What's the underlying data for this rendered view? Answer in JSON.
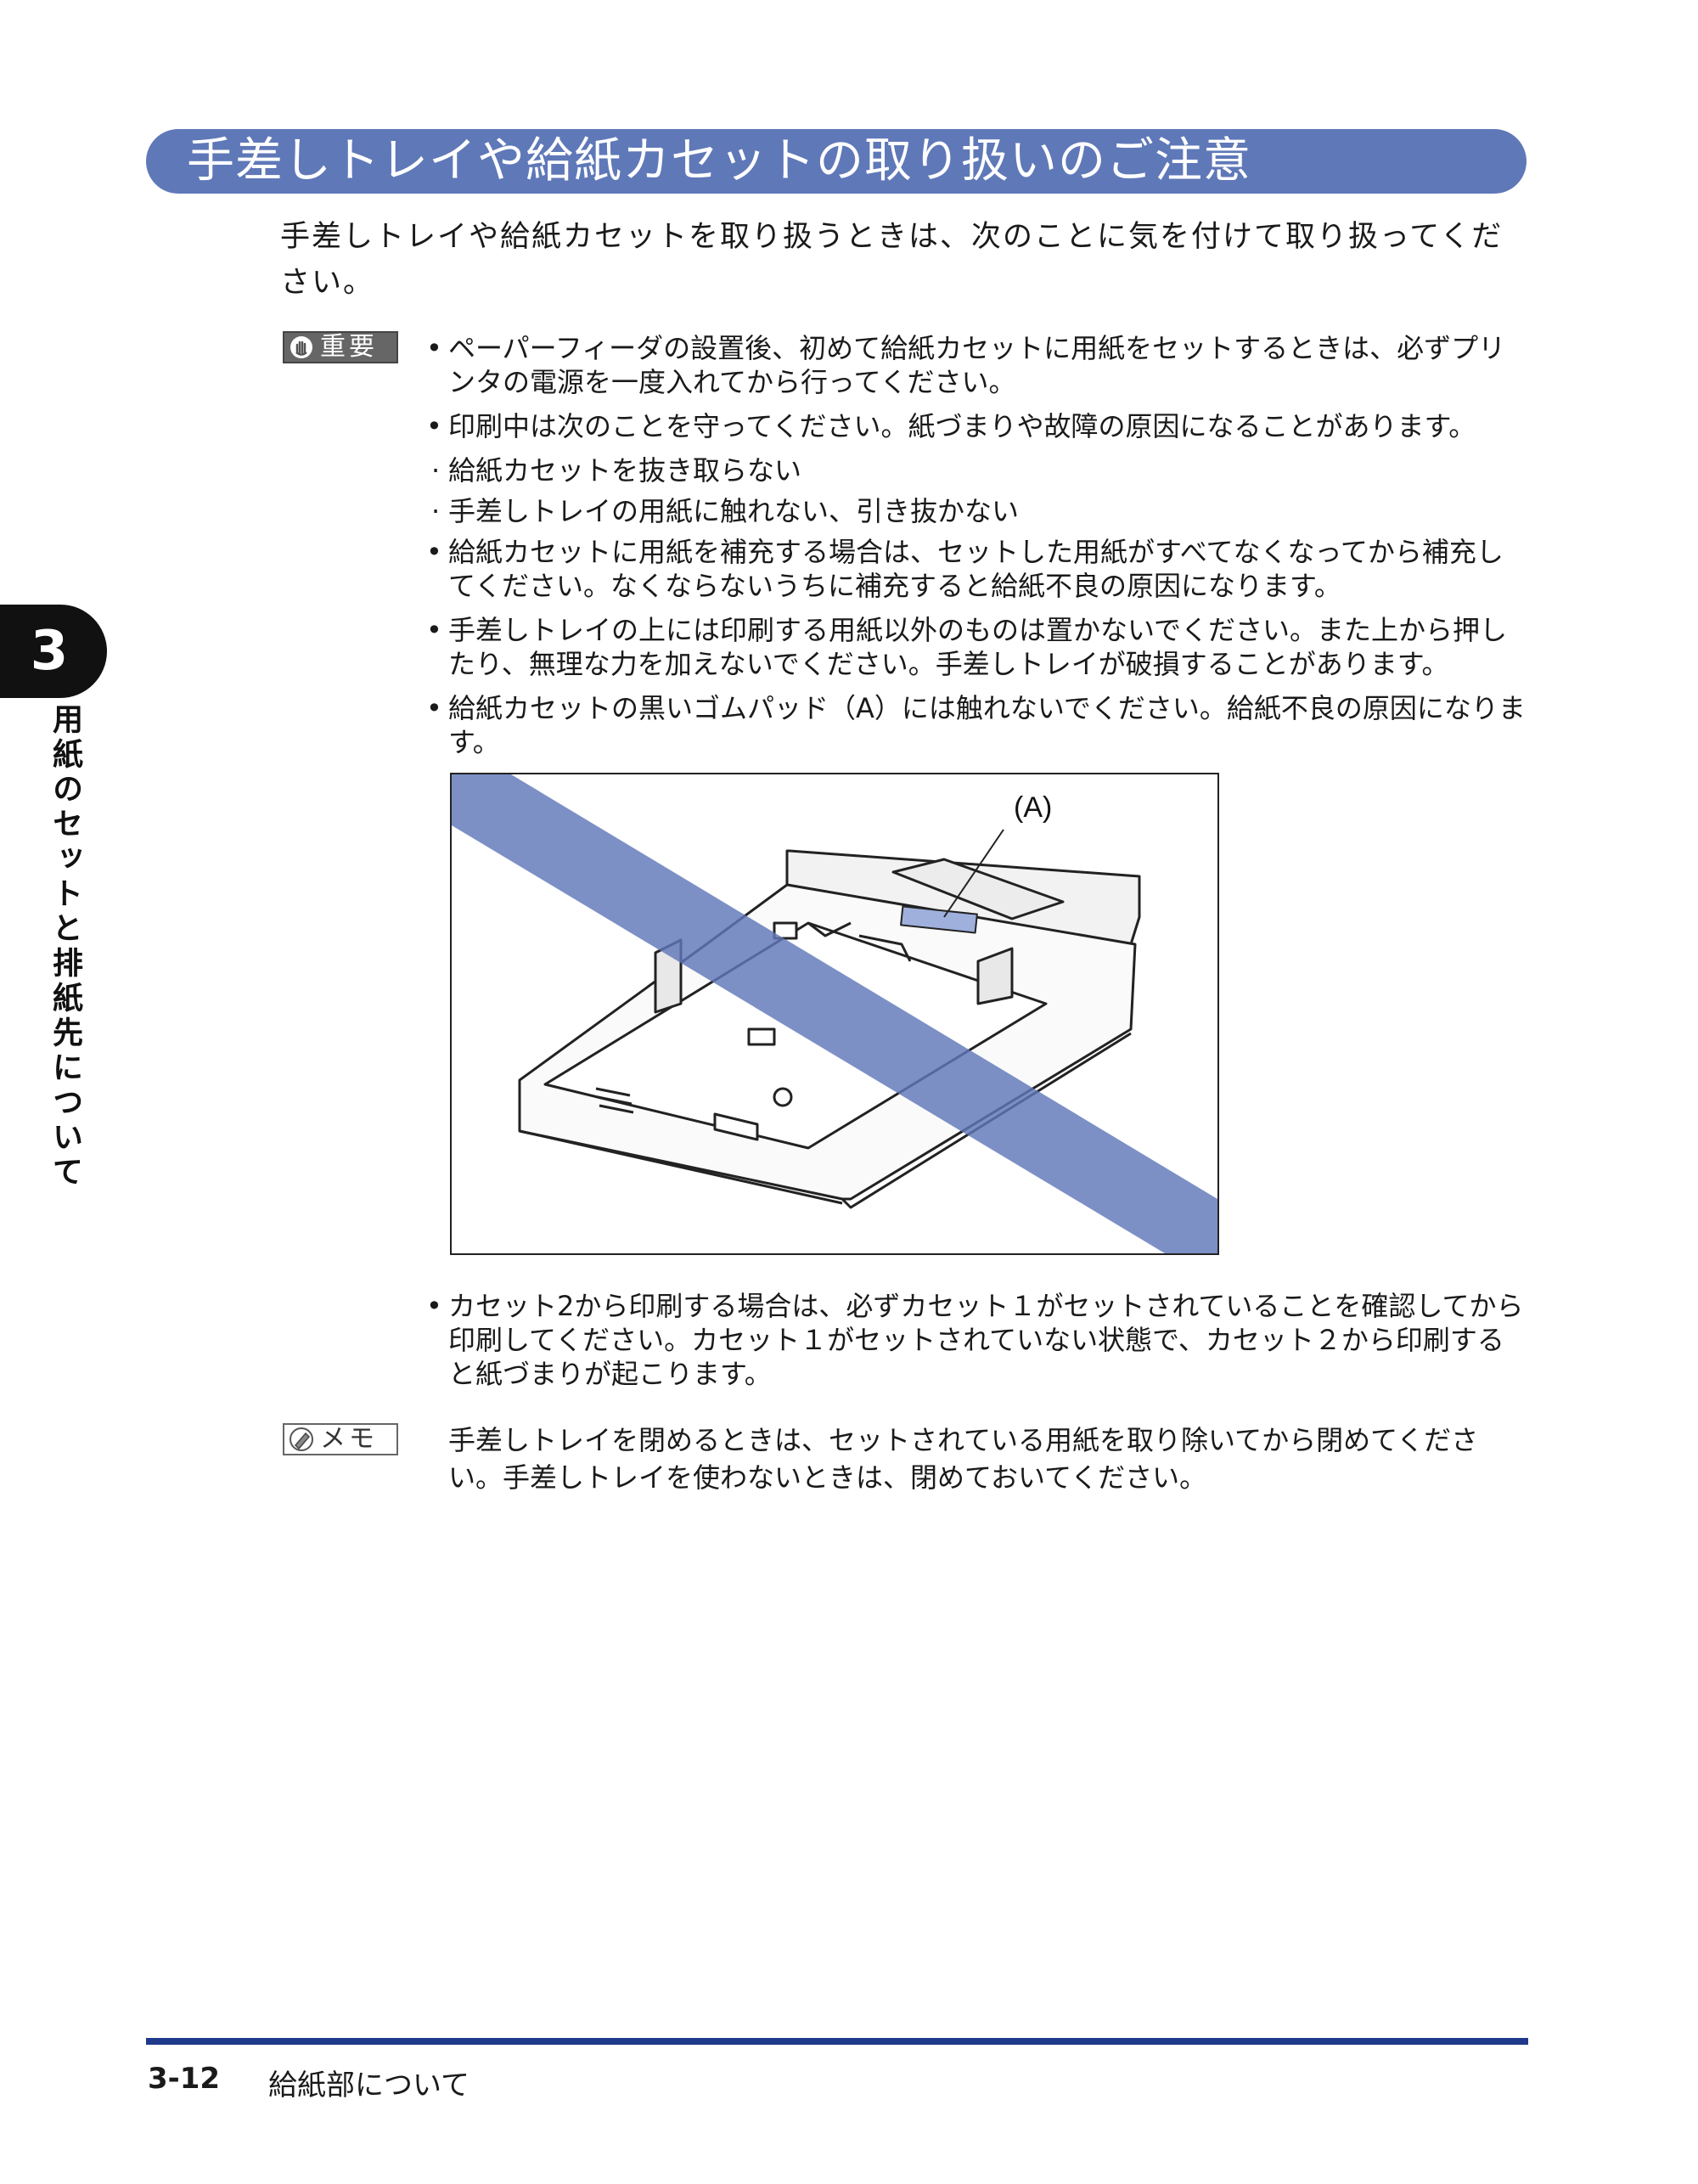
{
  "title": "手差しトレイや給紙カセットの取り扱いのご注意",
  "intro": "手差しトレイや給紙カセットを取り扱うときは、次のことに気を付けて取り扱ってください。",
  "important_label": "重要",
  "important_items": [
    "ペーパーフィーダの設置後、初めて給紙カセットに用紙をセットするときは、必ずプリンタの電源を一度入れてから行ってください。",
    "印刷中は次のことを守ってください。紙づまりや故障の原因になることがあります。"
  ],
  "sub_items": [
    "給紙カセットを抜き取らない",
    "手差しトレイの用紙に触れない、引き抜かない"
  ],
  "important_items_2": [
    "給紙カセットに用紙を補充する場合は、セットした用紙がすべてなくなってから補充してください。なくならないうちに補充すると給紙不良の原因になります。",
    "手差しトレイの上には印刷する用紙以外のものは置かないでください。また上から押したり、無理な力を加えないでください。手差しトレイが破損することがあります。",
    "給紙カセットの黒いゴムパッド（A）には触れないでください。給紙不良の原因になります。"
  ],
  "figure_label": "(A)",
  "after_figure_item": "カセット2から印刷する場合は、必ずカセット１がセットされていることを確認してから印刷してください。カセット１がセットされていない状態で、カセット２から印刷すると紙づまりが起こります。",
  "memo_label": "メモ",
  "memo_text": "手差しトレイを閉めるときは、セットされている用紙を取り除いてから閉めてください。手差しトレイを使わないときは、閉めておいてください。",
  "chapter_number": "3",
  "chapter_title": "用紙のセットと排紙先について",
  "footer_page": "3-12",
  "footer_title": "給紙部について",
  "colors": {
    "title_bar": "#5f78b8",
    "footer_line": "#1f3a8a",
    "prohibit_stripe": "#5f78b8"
  }
}
